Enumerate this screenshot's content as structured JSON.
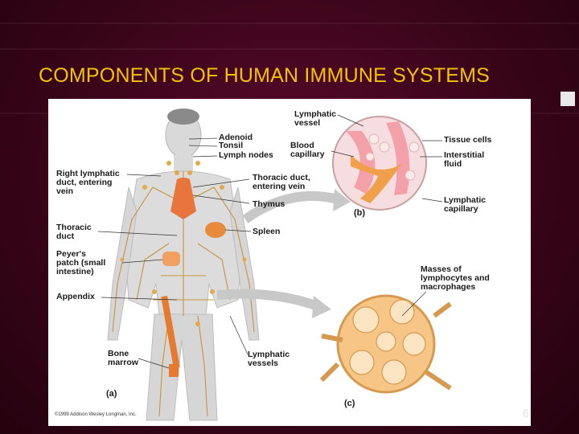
{
  "slide": {
    "title": "COMPONENTS OF HUMAN IMMUNE SYSTEMS",
    "page_number": "6"
  },
  "figure": {
    "copyright": "©1999 Addison Wesley Longman, Inc.",
    "panels": {
      "a": "(a)",
      "b": "(b)",
      "c": "(c)"
    },
    "labels": {
      "adenoid": "Adenoid",
      "tonsil": "Tonsil",
      "lymph_nodes": "Lymph nodes",
      "right_lymphatic_duct": "Right lymphatic\nduct, entering\nvein",
      "thoracic_duct_entering_vein": "Thoracic duct,\nentering vein",
      "thymus": "Thymus",
      "thoracic_duct": "Thoracic\nduct",
      "spleen": "Spleen",
      "peyers_patch": "Peyer's\npatch (small\nintestine)",
      "appendix": "Appendix",
      "bone_marrow": "Bone\nmarrow",
      "lymphatic_vessels": "Lymphatic\nvessels",
      "lymphatic_vessel": "Lymphatic\nvessel",
      "blood_capillary": "Blood\ncapillary",
      "tissue_cells": "Tissue cells",
      "interstitial_fluid": "Interstitial\nfluid",
      "lymphatic_capillary": "Lymphatic\ncapillary",
      "masses_of_lymphocytes": "Masses of\nlymphocytes and\nmacrophages"
    }
  }
}
